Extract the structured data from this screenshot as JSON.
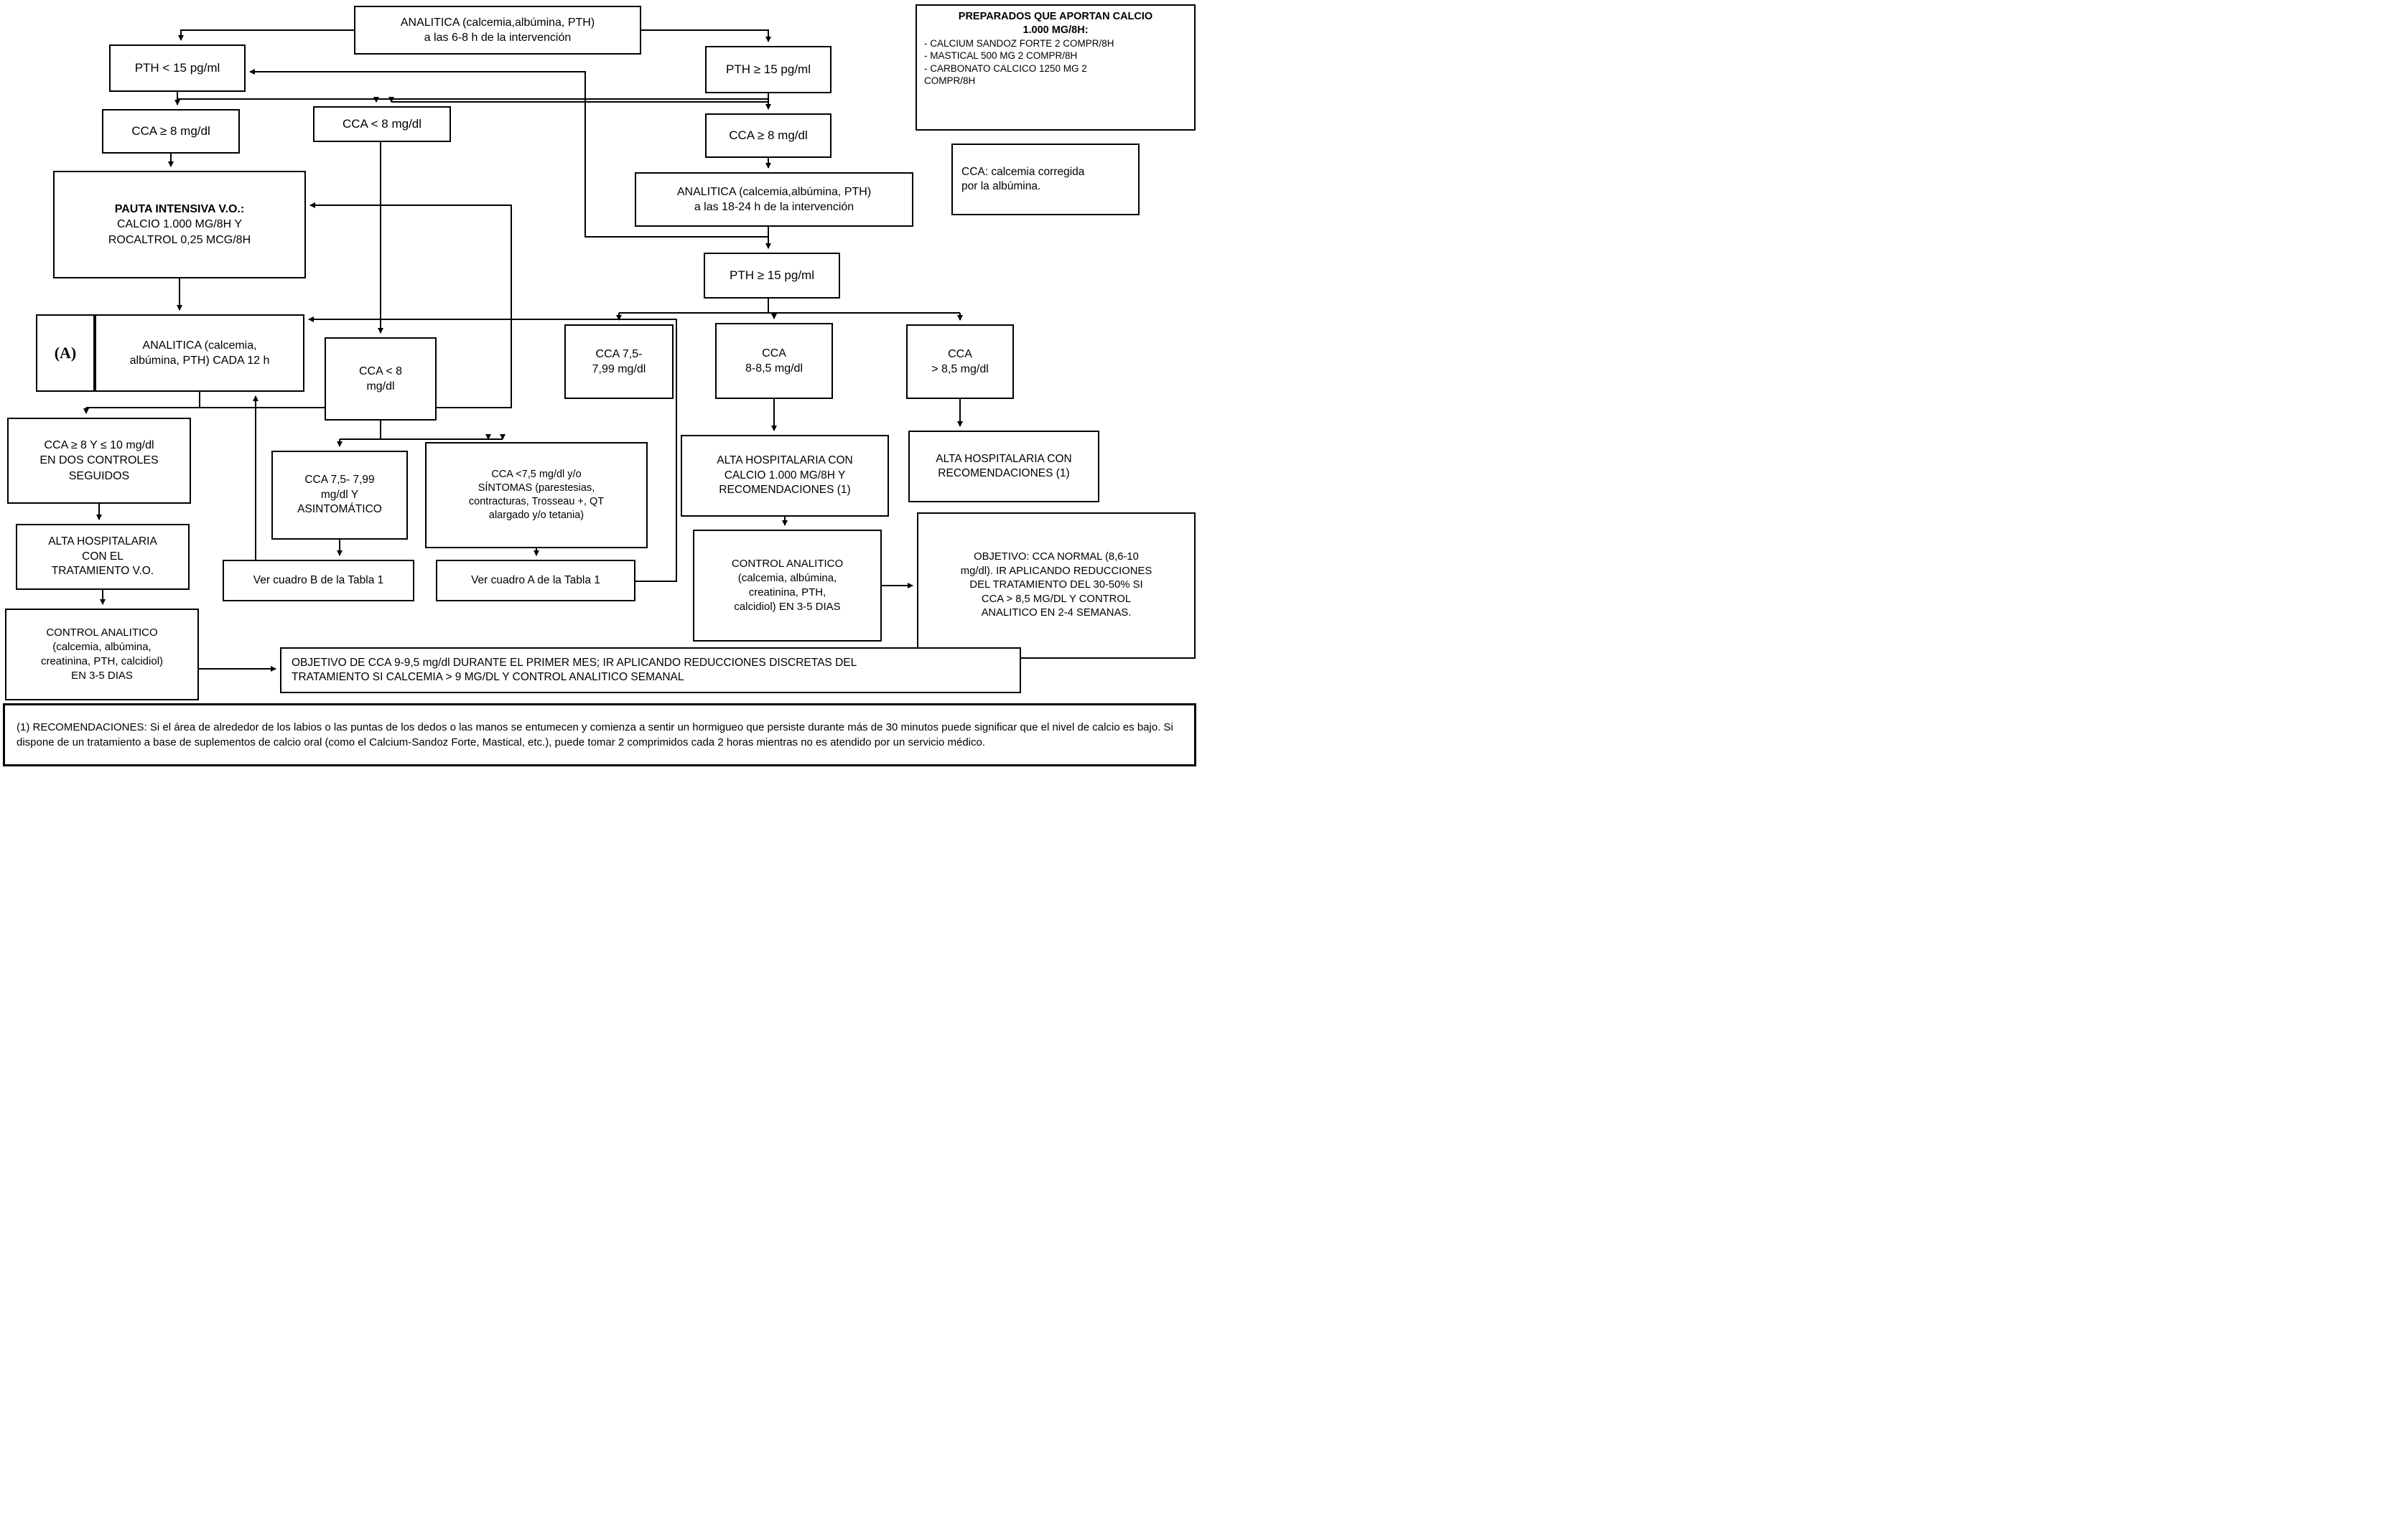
{
  "colors": {
    "border": "#000000",
    "background": "#ffffff",
    "text": "#000000"
  },
  "boxes": {
    "analitica_6_8h": {
      "text": "ANALITICA (calcemia,albúmina, PTH)\na las 6-8 h de la intervención"
    },
    "pth_menor_15": {
      "text": "PTH < 15 pg/ml"
    },
    "pth_mayor_15_sup": {
      "text": "PTH ≥ 15 pg/ml"
    },
    "cca_mayor_8_izq": {
      "text": "CCA ≥ 8 mg/dl"
    },
    "cca_menor_8_sup": {
      "text": "CCA < 8 mg/dl"
    },
    "cca_mayor_8_der": {
      "text": "CCA ≥ 8 mg/dl"
    },
    "pauta_intensiva": {
      "title": "PAUTA INTENSIVA V.O.:",
      "text": "CALCIO 1.000 MG/8H Y\nROCALTROL 0,25 MCG/8H"
    },
    "analitica_18_24h": {
      "text": "ANALITICA (calcemia,albúmina, PTH)\na las 18-24 h de la intervención"
    },
    "pth_mayor_15_mid": {
      "text": "PTH ≥ 15 pg/ml"
    },
    "etiqueta_a": {
      "text": "(A)"
    },
    "analitica_cada_12h": {
      "text": "ANALITICA (calcemia,\nalbúmina, PTH) CADA 12 h"
    },
    "cca_8_10": {
      "text": "CCA ≥ 8 Y ≤ 10 mg/dl\nEN DOS CONTROLES\nSEGUIDOS"
    },
    "cca_menor_8_peq": {
      "text": "CCA < 8\nmg/dl"
    },
    "cca_7599_der": {
      "text": "CCA  7,5-\n7,99 mg/dl"
    },
    "cca_8_85": {
      "text": "CCA\n8-8,5 mg/dl"
    },
    "cca_mayor_85": {
      "text": "CCA\n> 8,5 mg/dl"
    },
    "asintomatico": {
      "text": "CCA 7,5- 7,99\nmg/dl Y\nASINTOMÁTICO"
    },
    "sintomas": {
      "text": "CCA <7,5 mg/dl y/o\nSÍNTOMAS (parestesias,\ncontracturas, Trosseau +, QT\nalargado y/o tetania)"
    },
    "alta_vo": {
      "text": "ALTA HOSPITALARIA\nCON EL\nTRATAMIENTO V.O."
    },
    "control_analitico_izq": {
      "text": "CONTROL ANALITICO\n(calcemia, albúmina,\ncreatinina, PTH, calcidiol)\nEN 3-5 DIAS"
    },
    "ver_cuadro_b": {
      "text": "Ver cuadro B de la Tabla 1"
    },
    "ver_cuadro_a": {
      "text": "Ver cuadro A de la Tabla 1"
    },
    "alta_calcio": {
      "text": "ALTA HOSPITALARIA CON\nCALCIO 1.000 MG/8H Y\nRECOMENDACIONES (1)"
    },
    "alta_recomendaciones": {
      "text": "ALTA HOSPITALARIA CON\nRECOMENDACIONES (1)"
    },
    "control_analitico_der": {
      "text": "CONTROL ANALITICO\n(calcemia, albúmina,\ncreatinina, PTH,\ncalcidiol) EN 3-5 DIAS"
    },
    "objetivo_der": {
      "text": "OBJETIVO: CCA NORMAL (8,6-10\nmg/dl). IR APLICANDO REDUCCIONES\nDEL TRATAMIENTO DEL 30-50% SI\nCCA > 8,5 MG/DL Y CONTROL\nANALITICO EN 2-4 SEMANAS."
    },
    "preparados": {
      "title": "PREPARADOS QUE APORTAN CALCIO\n1.000 MG/8H:",
      "text": "- CALCIUM SANDOZ FORTE 2 COMPR/8H\n- MASTICAL 500 MG 2 COMPR/8H\n- CARBONATO CALCICO 1250 MG 2\nCOMPR/8H"
    },
    "definicion_cca": {
      "text": "CCA: calcemia corregida\npor la albúmina."
    },
    "objetivo_primer_mes": {
      "text": "OBJETIVO DE CCA 9-9,5 mg/dl DURANTE EL PRIMER MES; IR APLICANDO REDUCCIONES DISCRETAS DEL\nTRATAMIENTO SI CALCEMIA > 9 MG/DL Y CONTROL ANALITICO SEMANAL"
    },
    "recomendaciones": {
      "text": "(1) RECOMENDACIONES: Si el área de alrededor de los labios o las puntas de los dedos o las manos se entumecen y comienza a sentir un hormigueo que persiste durante más de 30 minutos puede significar que el nivel de calcio es bajo. Si dispone de un tratamiento a base de suplementos de calcio oral (como el Calcium-Sandoz Forte, Mastical, etc.), puede tomar 2 comprimidos cada 2 horas mientras no es atendido por un servicio médico."
    }
  }
}
